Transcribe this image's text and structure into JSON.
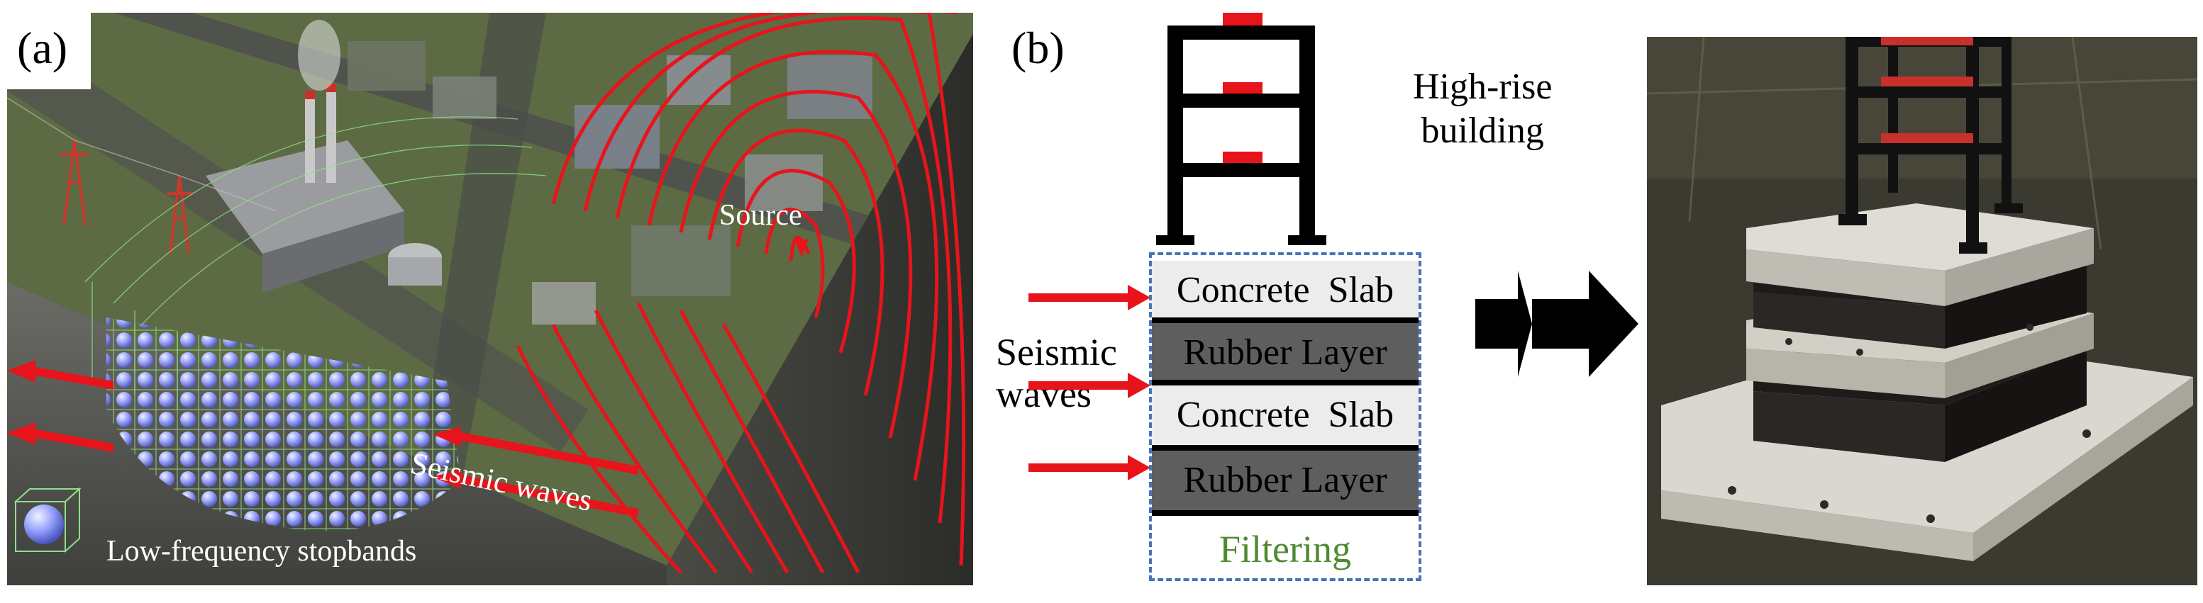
{
  "panel_a": {
    "label": "(a)",
    "source_label": "Source",
    "seismic_waves_label": "Seismic waves",
    "stopbands_label": "Low-frequency stopbands",
    "colors": {
      "wave_red": "#e8141b",
      "sphere": "#9aa6ff",
      "cell_green": "#8fe08a",
      "ground": "#5f6d47",
      "soil": "#5a5a55"
    }
  },
  "panel_b": {
    "label": "(b)",
    "building_label_line1": "High-rise",
    "building_label_line2": "building",
    "seismic_label_line1": "Seismic",
    "seismic_label_line2": "waves",
    "layers": [
      {
        "name": "Concrete  Slab",
        "kind": "concrete"
      },
      {
        "name": "Rubber Layer",
        "kind": "rubber"
      },
      {
        "name": "Concrete  Slab",
        "kind": "concrete"
      },
      {
        "name": "Rubber Layer",
        "kind": "rubber"
      }
    ],
    "filtering_label": "Filtering",
    "colors": {
      "concrete": "#ececec",
      "rubber": "#5e5e5e",
      "frame": "#000000",
      "floor_mass": "#e8141b",
      "dashed_border": "#4a73b8",
      "filtering_text": "#4e8a30",
      "arrow": "#e8141b"
    }
  },
  "panel_c": {
    "colors": {
      "background": "#3b3a30",
      "slab": "#d9d7cf",
      "rubber": "#1e1c1a",
      "frame": "#111111",
      "mass": "#c8302c"
    }
  }
}
